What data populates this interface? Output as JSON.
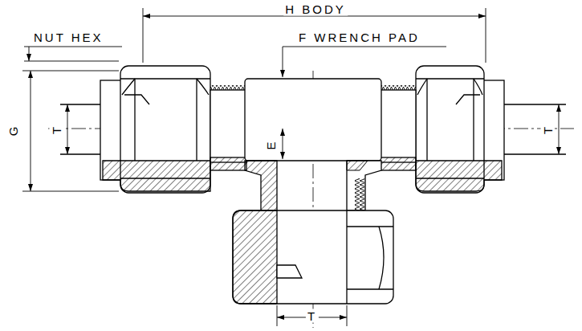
{
  "diagram": {
    "labels": [
      "H BODY",
      "NUT HEX",
      "F WRENCH PAD",
      "G",
      "T",
      "E",
      "T",
      "T"
    ]
  }
}
